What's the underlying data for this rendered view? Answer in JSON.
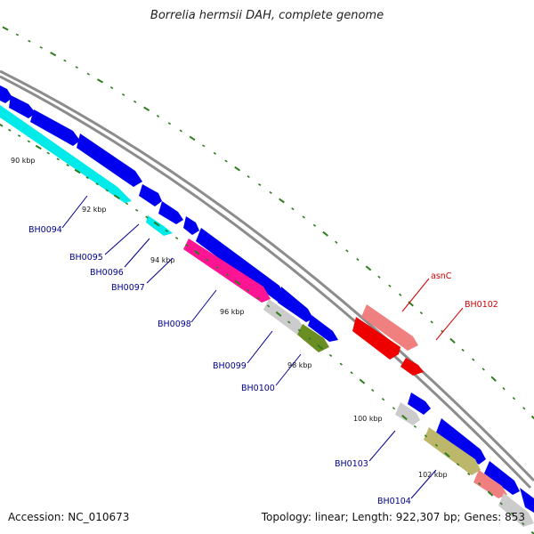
{
  "title": "Borrelia hermsii DAH, complete genome",
  "footer": {
    "accession": "Accession: NC_010673",
    "summary": "Topology: linear; Length: 922,307 bp; Genes: 853"
  },
  "colors": {
    "backbone": "#8c8c8c",
    "tick": "#2e7d1e",
    "label_blue": "#00008b",
    "label_red": "#d00000"
  },
  "ticks": [
    {
      "label": "90 kbp"
    },
    {
      "label": "92 kbp"
    },
    {
      "label": "94 kbp"
    },
    {
      "label": "96 kbp"
    },
    {
      "label": "98 kbp"
    },
    {
      "label": "100 kbp"
    },
    {
      "label": "102 kbp"
    }
  ],
  "gene_labels": [
    {
      "name": "BH0094",
      "color": "#00008b"
    },
    {
      "name": "BH0095",
      "color": "#00008b"
    },
    {
      "name": "BH0096",
      "color": "#00008b"
    },
    {
      "name": "BH0097",
      "color": "#00008b"
    },
    {
      "name": "BH0098",
      "color": "#00008b"
    },
    {
      "name": "BH0099",
      "color": "#00008b"
    },
    {
      "name": "BH0100",
      "color": "#00008b"
    },
    {
      "name": "BH0103",
      "color": "#00008b"
    },
    {
      "name": "BH0104",
      "color": "#00008b"
    },
    {
      "name": "asnC",
      "color": "#d00000"
    },
    {
      "name": "BH0102",
      "color": "#d00000"
    }
  ]
}
